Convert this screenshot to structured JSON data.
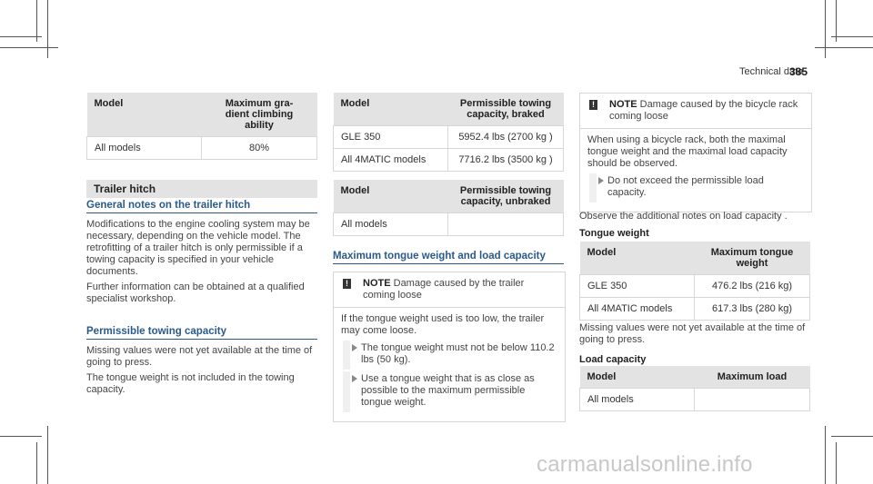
{
  "header": {
    "section": "Technical data",
    "page": "385"
  },
  "col1": {
    "table_climb": {
      "headers": [
        "Model",
        "Maximum gra-\ndient climbing\nability"
      ],
      "rows": [
        [
          "All models",
          "80%"
        ]
      ]
    },
    "band_title": "Trailer hitch",
    "general_heading": "General notes on the trailer hitch",
    "general_p1": "Modifications to the engine cooling system may be necessary, depending on the vehicle model. The retrofitting of a trailer hitch is only permissible if a towing capacity is specified in your vehicle documents.",
    "general_p2": "Further information can be obtained at a qualified specialist workshop.",
    "permissible_heading": "Permissible towing capacity",
    "permissible_p1": "Missing values were not yet available at the time of going to press.",
    "permissible_p2": "The tongue weight is not included in the towing capacity."
  },
  "col2": {
    "table_braked": {
      "headers": [
        "Model",
        "Permissible towing\ncapacity, braked"
      ],
      "rows": [
        [
          "GLE 350",
          "5952.4 lbs (2700 kg )"
        ],
        [
          "All 4MATIC models",
          "7716.2 lbs (3500 kg )"
        ]
      ]
    },
    "table_unbraked": {
      "headers": [
        "Model",
        "Permissible towing\ncapacity, unbraked"
      ],
      "rows": [
        [
          "All models",
          ""
        ]
      ]
    },
    "max_tongue_heading": "Maximum tongue weight and load capacity",
    "note1": {
      "label": "NOTE",
      "title": "Damage caused by the trailer coming loose",
      "text": "If the tongue weight used is too low, the trailer may come loose.",
      "bullets": [
        "The tongue weight must not be below 110.2 lbs (50 kg).",
        "Use a tongue weight that is as close as possible to the maximum permissible tongue weight."
      ]
    }
  },
  "col3": {
    "note2": {
      "label": "NOTE",
      "title": "Damage caused by the bicycle rack coming loose",
      "text": "When using a bicycle rack, both the maximal tongue weight and the maximal load capacity should be observed.",
      "bullets": [
        "Do not exceed the permissible load capacity."
      ]
    },
    "observe": "Observe the additional notes on load capacity .",
    "tongue_heading": "Tongue weight",
    "table_tongue": {
      "headers": [
        "Model",
        "Maximum tongue\nweight"
      ],
      "rows": [
        [
          "GLE 350",
          "476.2 lbs (216 kg)"
        ],
        [
          "All 4MATIC models",
          "617.3 lbs (280 kg)"
        ]
      ]
    },
    "missing": "Missing values were not yet available at the time of going to press.",
    "load_heading": "Load capacity",
    "table_load": {
      "headers": [
        "Model",
        "Maximum load"
      ],
      "rows": [
        [
          "All models",
          ""
        ]
      ]
    }
  },
  "watermark": "carmanualsonline.info",
  "colors": {
    "heading_blue": "#2a5a8a",
    "table_header": "#e3e3e3",
    "border": "#d6d6d6"
  }
}
